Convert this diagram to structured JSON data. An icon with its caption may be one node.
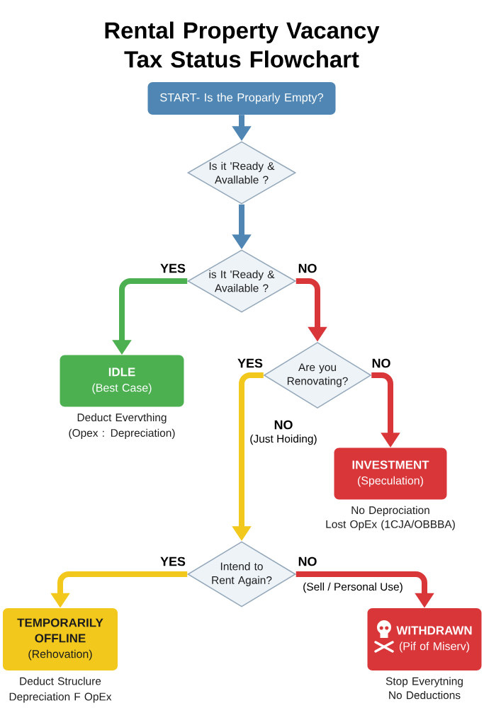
{
  "diagram": {
    "title": "Rental Property Vacancy Tax Status Flowchart",
    "nodes": [
      {
        "text": [
          "START- Is the Proparly Empty?"
        ]
      },
      {
        "text": [
          "Is it 'Ready & Avallable ?"
        ]
      },
      {
        "text": [
          "is It 'Ready & Available ?"
        ]
      },
      {
        "text": [
          "IDLE",
          "(Best Case)"
        ],
        "beside": [
          "Deduct Evervthing (Opex : Depreciation)"
        ]
      },
      {
        "text": [
          "Are you Renovating?"
        ]
      },
      {
        "text": [
          "INVESTMENT",
          "(Speculation)"
        ],
        "beside": [
          "No Deprociation",
          "Lost OpEx (1CJA/OBBBA)"
        ]
      },
      {
        "text": [
          "Intend to Rent Again?"
        ]
      },
      {
        "text": [
          "TEMPORARILY OFFLINE",
          "(Rehovation)"
        ],
        "beside": [
          "Deduct Struclure Depreciation F OpEx"
        ]
      },
      {
        "text": [
          "WITHDRAWN",
          "(Pif of Miserv)"
        ],
        "beside": [
          "Stop Everytning",
          "No Deductions"
        ]
      }
    ],
    "edges": [
      {
        "from": 0,
        "to": 1,
        "arrow": "to",
        "color": "#4f86b4"
      },
      {
        "from": 1,
        "to": 2,
        "arrow": "to",
        "color": "#4f86b4"
      },
      {
        "from": 2,
        "to": 3,
        "arrow": "to",
        "label": "YES",
        "color": "#4caf50"
      },
      {
        "from": 2,
        "to": 4,
        "arrow": "to",
        "label": "NO",
        "color": "#d9363a"
      },
      {
        "from": 4,
        "to": 6,
        "arrow": "to",
        "label": "YES",
        "color": "#f2c81c"
      },
      {
        "from": 4,
        "to": 5,
        "arrow": "to",
        "label": "NO",
        "color": "#d9363a"
      },
      {
        "from": 6,
        "to": 7,
        "arrow": "to",
        "label": "YES",
        "color": "#f2c81c"
      },
      {
        "from": 6,
        "to": 8,
        "arrow": "to",
        "label": "NO",
        "color": "#d9363a"
      }
    ],
    "labels": [
      "NO",
      "(Just Hoiding)",
      "(Sell / Personal Use)"
    ]
  }
}
